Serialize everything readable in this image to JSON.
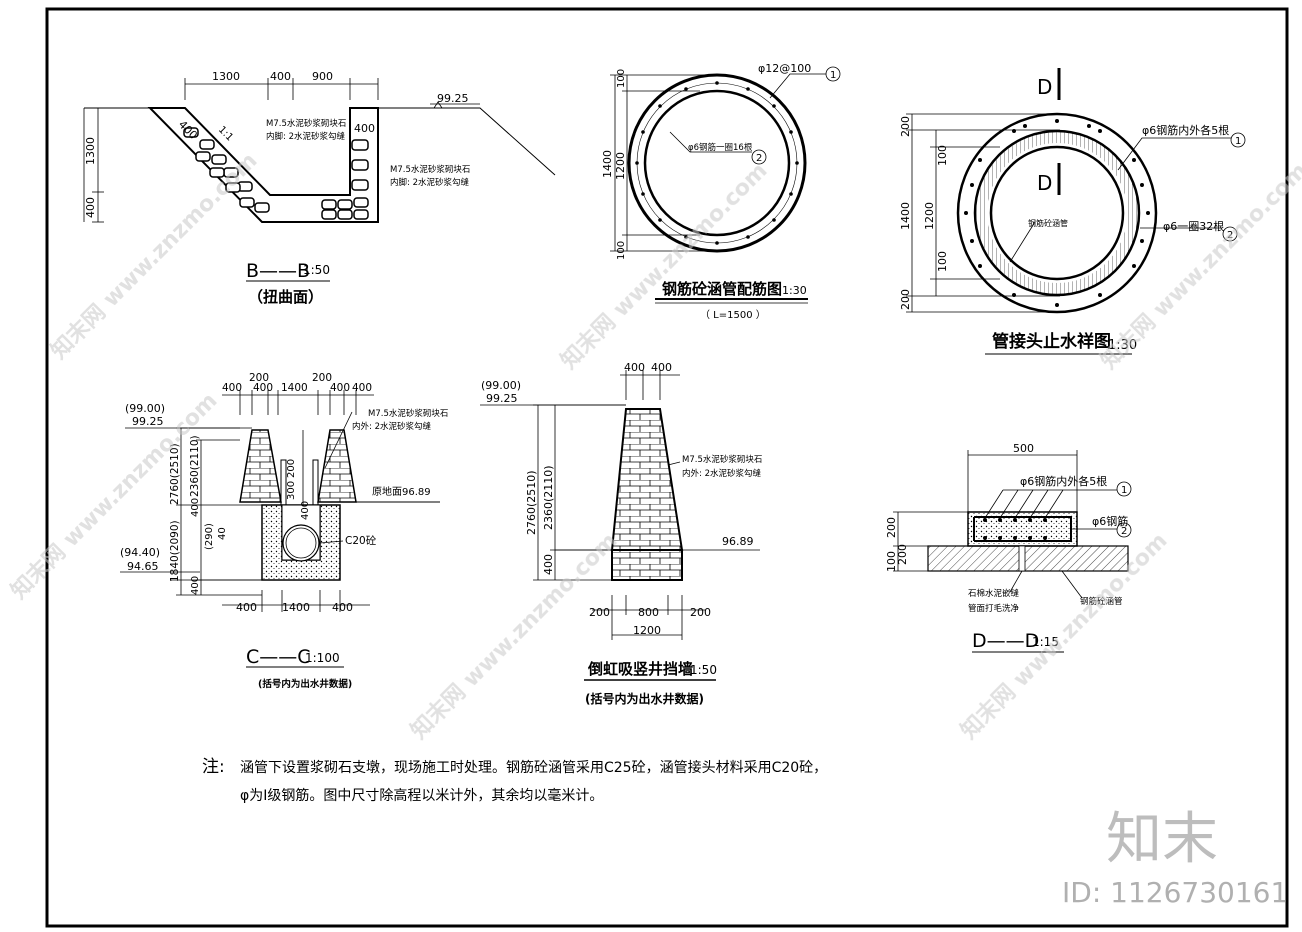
{
  "section_bb": {
    "title": "B——B",
    "scale": "1:50",
    "subtitle": "（扭曲面）",
    "dims_top": [
      "1300",
      "400",
      "900"
    ],
    "dim_left_1": "1300",
    "dim_left_2": "400",
    "dim_400_slope": "400",
    "dim_400_wall": "400",
    "slope_ratio": "1:1",
    "elevation": "99.25",
    "note_1_line1": "M7.5水泥砂浆砌块石",
    "note_1_line2": "内脚: 2水泥砂浆勾缝",
    "note_2_line1": "M7.5水泥砂浆砌块石",
    "note_2_line2": "内脚: 2水泥砂浆勾缝"
  },
  "pipe_rebar": {
    "title": "钢筋砼涵管配筋图",
    "scale": "1:30",
    "subtitle": "（ L=1500 ）",
    "label_1": "φ12@100",
    "label_2": "φ6钢筋一圈16根",
    "callout_1": "1",
    "callout_2": "2",
    "dim_total": "1400",
    "dim_inner": "1200",
    "dim_top": "100",
    "dim_bottom": "100"
  },
  "joint": {
    "title": "管接头止水祥图",
    "scale": "1:30",
    "section_mark": "D",
    "label_1": "φ6钢筋内外各5根",
    "label_2": "φ6一圈32根",
    "label_inner": "钢筋砼涵管",
    "callout_1": "1",
    "callout_2": "2",
    "dim_200_top": "200",
    "dim_100_top": "100",
    "dim_1400": "1400",
    "dim_1200": "1200",
    "dim_100_bottom": "100",
    "dim_200_bottom": "200"
  },
  "section_cc": {
    "title": "C——C",
    "scale": "1:100",
    "subtitle": "(括号内为出水井数据)",
    "dims_top": [
      "400",
      "400",
      "1400",
      "400",
      "400"
    ],
    "dims_200": [
      "200",
      "200"
    ],
    "elev_top_paren": "(99.00)",
    "elev_top": "99.25",
    "elev_bot_paren": "(94.40)",
    "elev_bot": "94.65",
    "ground": "原地面96.89",
    "note_line1": "M7.5水泥砂浆砌块石",
    "note_line2": "内外: 2水泥砂浆勾缝",
    "c20": "C20砼",
    "dim_v_outer": "2760(2510)",
    "dim_v_inner": "2360(2110)",
    "dim_v_lower": "1840(2090)",
    "dim_v_400a": "400",
    "dim_v_400b": "400",
    "dim_v_290": "(290)",
    "dim_v_40": "40",
    "dim_v_200": "200",
    "dim_v_300": "300",
    "dim_v_400c": "400",
    "dims_bottom": [
      "400",
      "1400",
      "400"
    ]
  },
  "wall": {
    "title": "倒虹吸竖井挡墙",
    "scale": "1:50",
    "subtitle": "(括号内为出水井数据)",
    "dims_top": [
      "400",
      "400"
    ],
    "elev_top_paren": "(99.00)",
    "elev_top": "99.25",
    "elev_ground": "96.89",
    "note_line1": "M7.5水泥砂浆砌块石",
    "note_line2": "内外: 2水泥砂浆勾缝",
    "dim_v_outer": "2760(2510)",
    "dim_v_inner": "2360(2110)",
    "dim_v_400": "400",
    "dims_bottom": [
      "200",
      "800",
      "200"
    ],
    "dim_total": "1200"
  },
  "section_dd": {
    "title": "D——D",
    "scale": "1:15",
    "dim_top": "500",
    "label_1": "φ6钢筋内外各5根",
    "label_2": "φ6钢筋",
    "callout_1": "1",
    "callout_2": "2",
    "dim_200a": "200",
    "dim_200b": "200",
    "dim_100": "100",
    "label_asbestos_1": "石棉水泥嵌缝",
    "label_asbestos_2": "管面打毛洗净",
    "label_pipe": "钢筋砼涵管"
  },
  "notes": {
    "prefix": "注:",
    "line1": "涵管下设置浆砌石支墩，现场施工时处理。钢筋砼涵管采用C25砼，涵管接头材料采用C20砼，",
    "line2": "φ为Ⅰ级钢筋。图中尺寸除高程以米计外，其余均以毫米计。"
  },
  "watermark": {
    "logo": "知末",
    "id_text": "ID: 1126730161",
    "stamp": "知末网 www.znzmo.com"
  }
}
